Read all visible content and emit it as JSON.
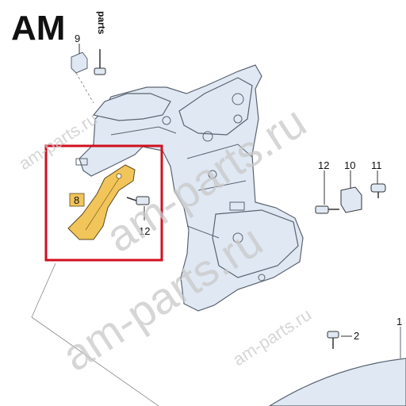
{
  "logo": {
    "main": "AM",
    "sub": "parts"
  },
  "watermarks": [
    "am-parts.ru",
    "am-parts.ru",
    "am-parts.ru",
    "am-parts.ru"
  ],
  "callouts": {
    "p9": "9",
    "p8": "8",
    "p12a": "12",
    "p12b": "12",
    "p10": "10",
    "p11": "11",
    "p2": "2",
    "p1": "1"
  },
  "colors": {
    "panel_fill": "#dfe8f3",
    "panel_stroke": "#5a6470",
    "highlight_part": "#f2c55a",
    "badge": "#f2c55a",
    "selection_frame": "#d0101f"
  }
}
